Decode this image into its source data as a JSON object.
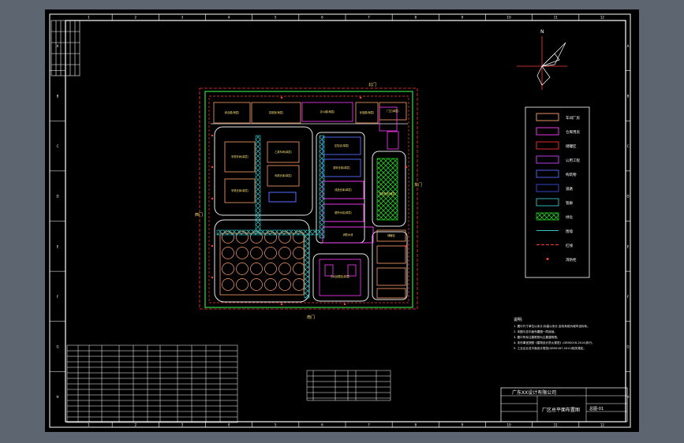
{
  "colors": {
    "background": "#000000",
    "frame": "#ffffff",
    "boundary_green": "#2ecc40",
    "road_white": "#e6e6e6",
    "fence_red": "#ff3b3b",
    "building_orange": "#ff9f6b",
    "building_magenta": "#ff3cff",
    "building_blue": "#5a6bff",
    "building_red": "#ff2d2d",
    "pipe_cyan": "#35c2c2",
    "green_hatch": "#22cc22",
    "label_yellow": "#ffe27a"
  },
  "frame": {
    "row_letters": [
      "A",
      "B",
      "C",
      "D",
      "E",
      "F",
      "G",
      "H"
    ],
    "col_numbers": [
      "1",
      "2",
      "3",
      "4",
      "5",
      "6",
      "7",
      "8",
      "9",
      "10",
      "11",
      "12"
    ]
  },
  "compass": {
    "north_label": "N"
  },
  "legend": {
    "items": [
      {
        "label": "车间厂房",
        "icon": "orange-rect-swatch"
      },
      {
        "label": "仓库用房",
        "icon": "magenta-rect-swatch"
      },
      {
        "label": "储罐区",
        "icon": "red-rect-swatch"
      },
      {
        "label": "公用工程",
        "icon": "purple-rect-swatch"
      },
      {
        "label": "构筑物",
        "icon": "blue-rect-swatch"
      },
      {
        "label": "道路",
        "icon": "navy-rect-swatch"
      },
      {
        "label": "管廊",
        "icon": "teal-rect-swatch"
      },
      {
        "label": "绿化",
        "icon": "green-hatch-swatch"
      },
      {
        "label": "围墙",
        "icon": "cyan-line-swatch"
      },
      {
        "label": "红线",
        "icon": "red-dash-swatch"
      },
      {
        "label": "消防栓",
        "icon": "red-dot-swatch"
      }
    ]
  },
  "site": {
    "gates": [
      "北门",
      "东门",
      "西门",
      "南门"
    ],
    "buildings": [
      "综合楼(两层)",
      "控制室(两层)",
      "办公楼(两层)",
      "化验楼(两层)",
      "门卫(单层)",
      "甲类车间(单层)",
      "甲类仓库(单层)",
      "乙类车间(单层)",
      "丙类仓库(单层)",
      "空压站(单层)",
      "原料仓库(单层)",
      "成品仓库(单层)",
      "循环水站(单层)",
      "消防水池",
      "变配电所(两层)",
      "储罐区",
      "污水处理站(单层)"
    ]
  },
  "notes": {
    "title": "说明:",
    "lines": [
      "1. 图中尺寸单位以米计,标高以米计,坐标系统为城市坐标系。",
      "2. 本图与总平面布置图一同阅读。",
      "3. 图中所标注建筑物为主要建筑物。",
      "4. 未尽事宜按照《建筑设计防火规范》(GB50016-2014)执行。",
      "5. 工业企业总平面设计规范(GB50187-2012)相关规定。"
    ]
  },
  "title_block": {
    "company": "广东XX设计有限公司",
    "drawing_name": "厂区总平面布置图",
    "drawing_no": "总图-01"
  }
}
